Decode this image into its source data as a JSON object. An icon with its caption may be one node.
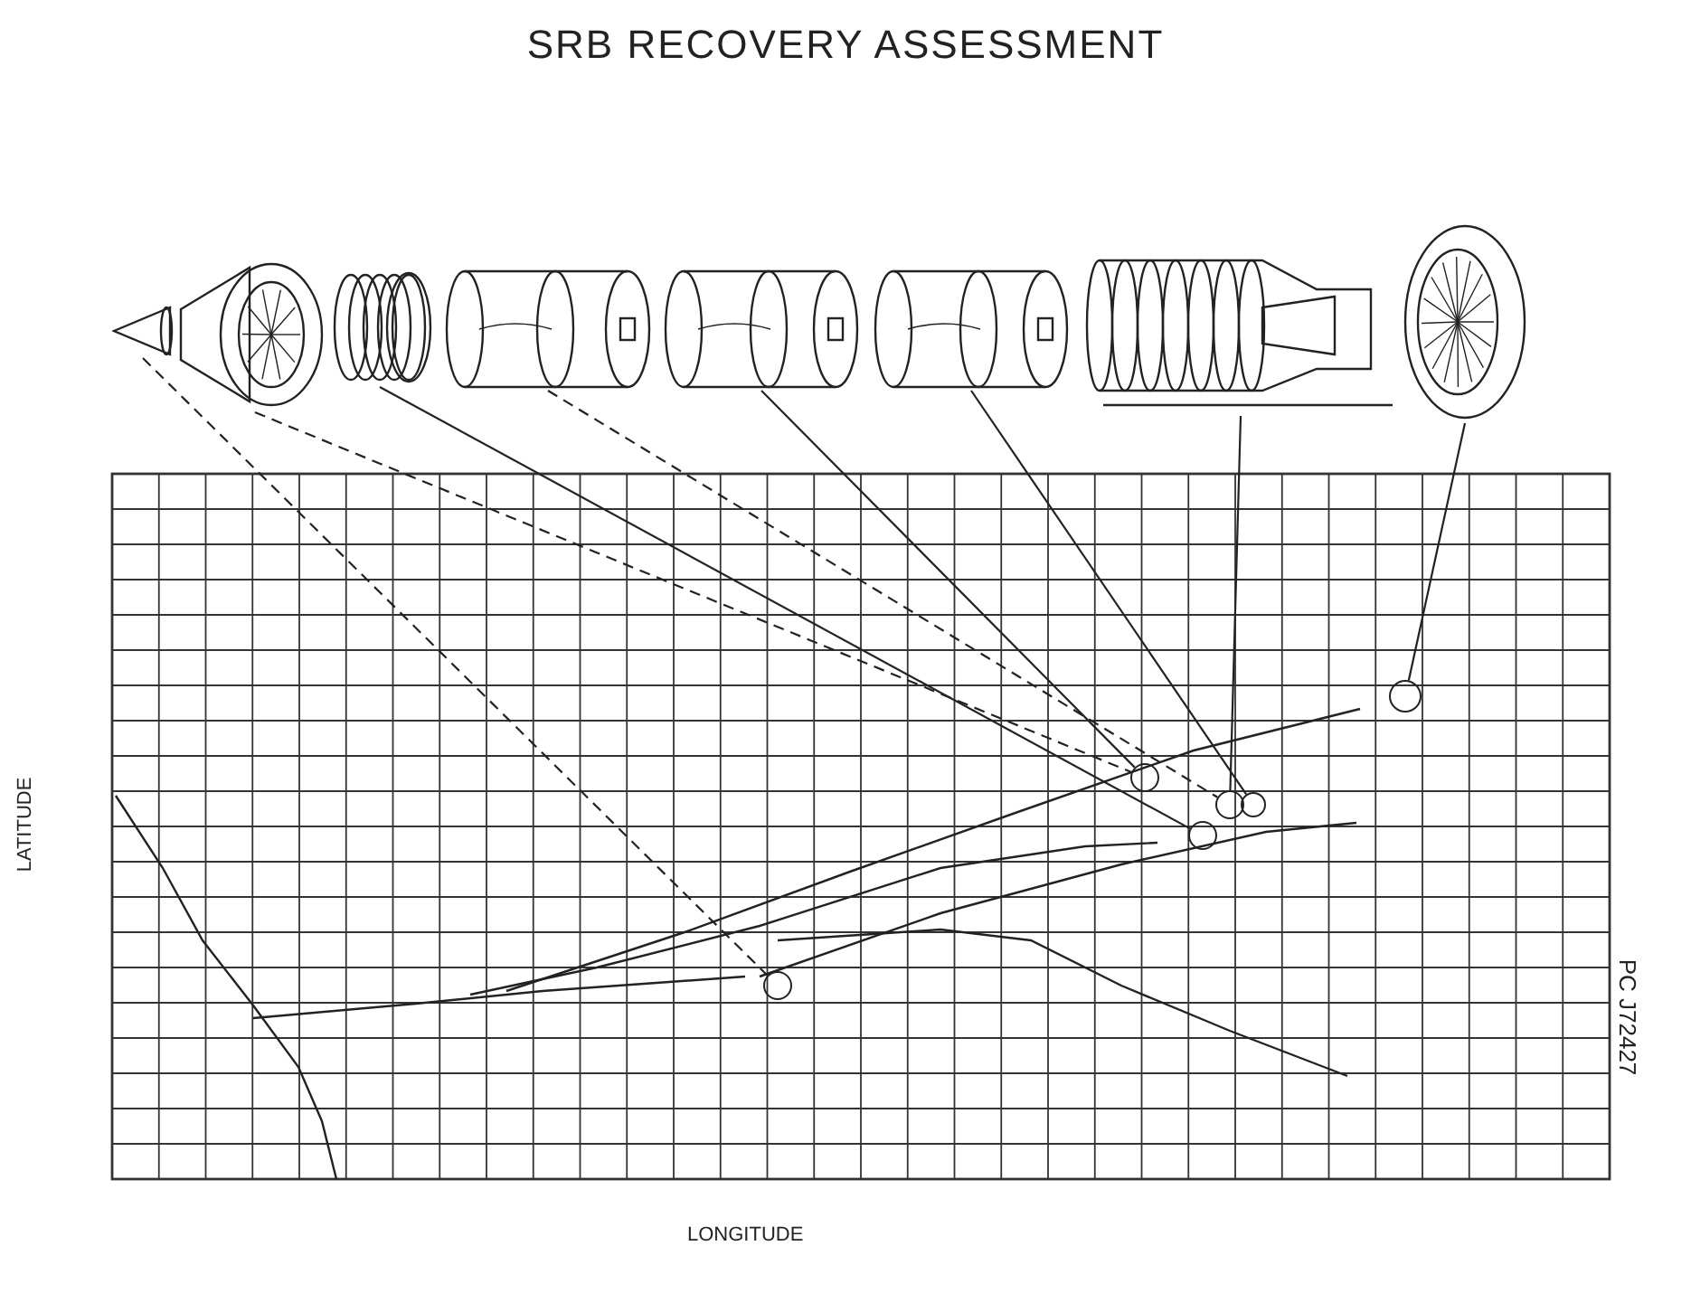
{
  "diagram": {
    "title": "SRB RECOVERY ASSESSMENT",
    "nodes": [
      {
        "text": [],
        "shape": "picture"
      },
      {
        "text": [],
        "shape": "picture"
      },
      {
        "text": [],
        "shape": "picture"
      },
      {
        "text": [],
        "shape": "picture"
      },
      {
        "text": [],
        "shape": "picture"
      },
      {
        "text": [],
        "shape": "picture"
      },
      {
        "text": [],
        "shape": "picture"
      },
      {
        "text": [],
        "shape": "picture"
      },
      {
        "text": [],
        "shape": "circle"
      },
      {
        "text": [],
        "shape": "circle"
      },
      {
        "text": [],
        "shape": "circle"
      },
      {
        "text": [],
        "shape": "circle"
      },
      {
        "text": [],
        "shape": "circle"
      },
      {
        "text": [],
        "shape": "circle"
      }
    ],
    "edges": [
      {
        "from": 0,
        "to": 8,
        "arrow": "none",
        "style": "dashed"
      },
      {
        "from": 1,
        "to": 9,
        "arrow": "none",
        "style": "dashed"
      },
      {
        "from": 2,
        "to": 10,
        "arrow": "none"
      },
      {
        "from": 3,
        "to": 11,
        "arrow": "none",
        "style": "dashed"
      },
      {
        "from": 4,
        "to": 9,
        "arrow": "none"
      },
      {
        "from": 5,
        "to": 12,
        "arrow": "none"
      },
      {
        "from": 6,
        "to": 11,
        "arrow": "none"
      },
      {
        "from": 7,
        "to": 13,
        "arrow": "none"
      }
    ],
    "labels": [
      "LATITUDE",
      "LONGITUDE",
      "PC J72427"
    ]
  }
}
